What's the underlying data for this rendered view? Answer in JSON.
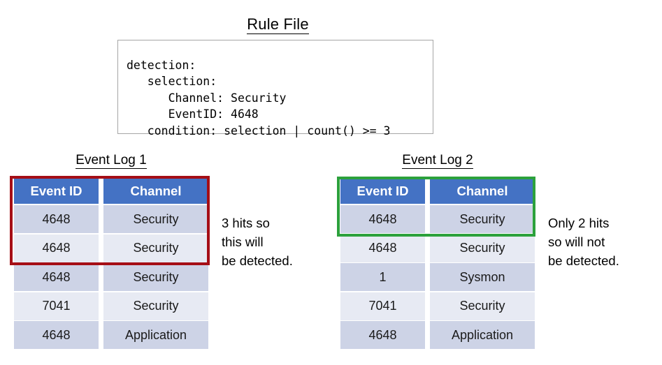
{
  "rule": {
    "title": "Rule File",
    "code": "detection:\n   selection:\n      Channel: Security\n      EventID: 4648\n   condition: selection | count() >= 3"
  },
  "logs": [
    {
      "title": "Event Log 1",
      "columns": [
        "Event ID",
        "Channel"
      ],
      "rows": [
        {
          "event_id": "4648",
          "channel": "Security"
        },
        {
          "event_id": "4648",
          "channel": "Security"
        },
        {
          "event_id": "4648",
          "channel": "Security"
        },
        {
          "event_id": "7041",
          "channel": "Security"
        },
        {
          "event_id": "4648",
          "channel": "Application"
        }
      ],
      "highlight": {
        "color": "#A50E16",
        "rows": [
          0,
          1,
          2
        ]
      },
      "note": "3 hits so\nthis will\nbe detected."
    },
    {
      "title": "Event Log 2",
      "columns": [
        "Event ID",
        "Channel"
      ],
      "rows": [
        {
          "event_id": "4648",
          "channel": "Security"
        },
        {
          "event_id": "4648",
          "channel": "Security"
        },
        {
          "event_id": "1",
          "channel": "Sysmon"
        },
        {
          "event_id": "7041",
          "channel": "Security"
        },
        {
          "event_id": "4648",
          "channel": "Application"
        }
      ],
      "highlight": {
        "color": "#2CA13C",
        "rows": [
          0,
          1
        ]
      },
      "note": "Only 2 hits\nso will not\nbe detected."
    }
  ],
  "colors": {
    "header_blue": "#4472C4",
    "row_dark": "#CDD3E6",
    "row_light": "#E7EAF3",
    "highlight_red": "#A50E16",
    "highlight_green": "#2CA13C"
  }
}
